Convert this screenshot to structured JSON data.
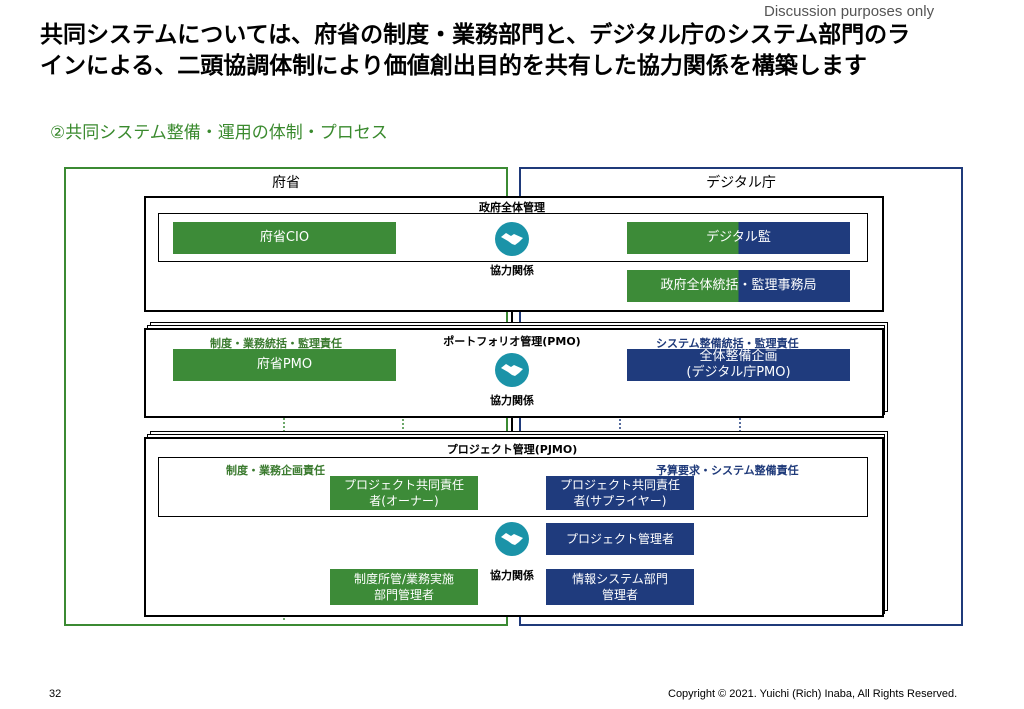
{
  "note": "Discussion purposes only",
  "title": "共同システムについては、府省の制度・業務部門と、デジタル庁のシステム部門のラ\nインによる、二頭協調体制により価値創出目的を共有した協力関係を構築します",
  "subtitle": "②共同システム整備・運用の体制・プロセス",
  "columns": {
    "left": "府省",
    "right": "デジタル庁"
  },
  "sections": {
    "gov": {
      "title": "政府全体管理",
      "left_box": "府省CIO",
      "right_box": "デジタル監",
      "right_box2": "政府全体統括・監理事務局",
      "cooperation": "協力関係"
    },
    "pmo": {
      "title": "ポートフォリオ管理(PMO)",
      "left_resp": "制度・業務統括・監理責任",
      "right_resp": "システム整備統括・監理責任",
      "left_box": "府省PMO",
      "right_box": "全体整備企画\n(デジタル庁PMO)",
      "cooperation": "協力関係"
    },
    "pjmo": {
      "title": "プロジェクト管理(PJMO)",
      "left_resp": "制度・業務企画責任",
      "right_resp": "予算要求・システム整備責任",
      "left_box": "プロジェクト共同責任\n者(オーナー)",
      "right_box": "プロジェクト共同責任\n者(サプライヤー)",
      "pm_box": "プロジェクト管理者",
      "left_box2": "制度所管/業務実施\n部門管理者",
      "right_box2": "情報システム部門\n管理者",
      "cooperation": "協力関係"
    }
  },
  "icon": "handshake-icon",
  "colors": {
    "green": "#3d8b38",
    "navy": "#1f3b7d",
    "teal": "#1b93a8"
  },
  "footer": {
    "page": "32",
    "copyright": "Copyright © 2021. Yuichi (Rich) Inaba, All Rights Reserved."
  }
}
